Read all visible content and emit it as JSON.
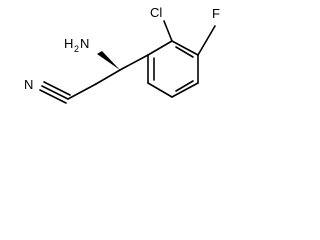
{
  "molecule": {
    "atoms": {
      "amine_h": "H",
      "amine_sub": "2",
      "amine_n": "N",
      "nitrile_n": "N",
      "chlorine": "Cl",
      "fluorine": "F"
    }
  },
  "colors": {
    "bond": "#000000",
    "label": "#000000",
    "background": "#ffffff"
  }
}
